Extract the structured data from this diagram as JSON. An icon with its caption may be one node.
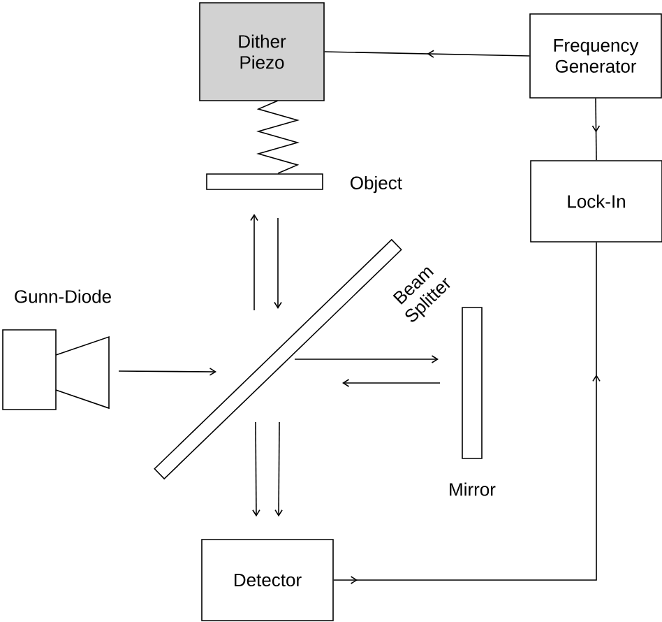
{
  "diagram": {
    "nodes": [
      {
        "text": [
          "Dither Piezo"
        ]
      },
      {
        "text": [
          "Frequency Generator"
        ]
      },
      {
        "text": [
          "Lock-In"
        ]
      },
      {
        "text": [
          "Detector"
        ]
      },
      {
        "text": [
          "Gunn-Diode"
        ]
      },
      {
        "text": [
          "Object"
        ]
      },
      {
        "text": [
          "Beam Splitter"
        ]
      },
      {
        "text": [
          "Mirror"
        ]
      }
    ],
    "edges": [
      {
        "from": 1,
        "to": 0,
        "arrow": "to"
      },
      {
        "from": 1,
        "to": 2,
        "arrow": "to"
      },
      {
        "from": 3,
        "to": 2,
        "arrow": "to"
      },
      {
        "from": 4,
        "to": 6,
        "arrow": "to"
      },
      {
        "from": 6,
        "to": 5,
        "arrow": "to"
      },
      {
        "from": 5,
        "to": 6,
        "arrow": "to"
      },
      {
        "from": 6,
        "to": 7,
        "arrow": "to"
      },
      {
        "from": 7,
        "to": 6,
        "arrow": "to"
      },
      {
        "from": 6,
        "to": 3,
        "arrow": "to"
      },
      {
        "from": 6,
        "to": 3,
        "arrow": "to"
      }
    ]
  }
}
